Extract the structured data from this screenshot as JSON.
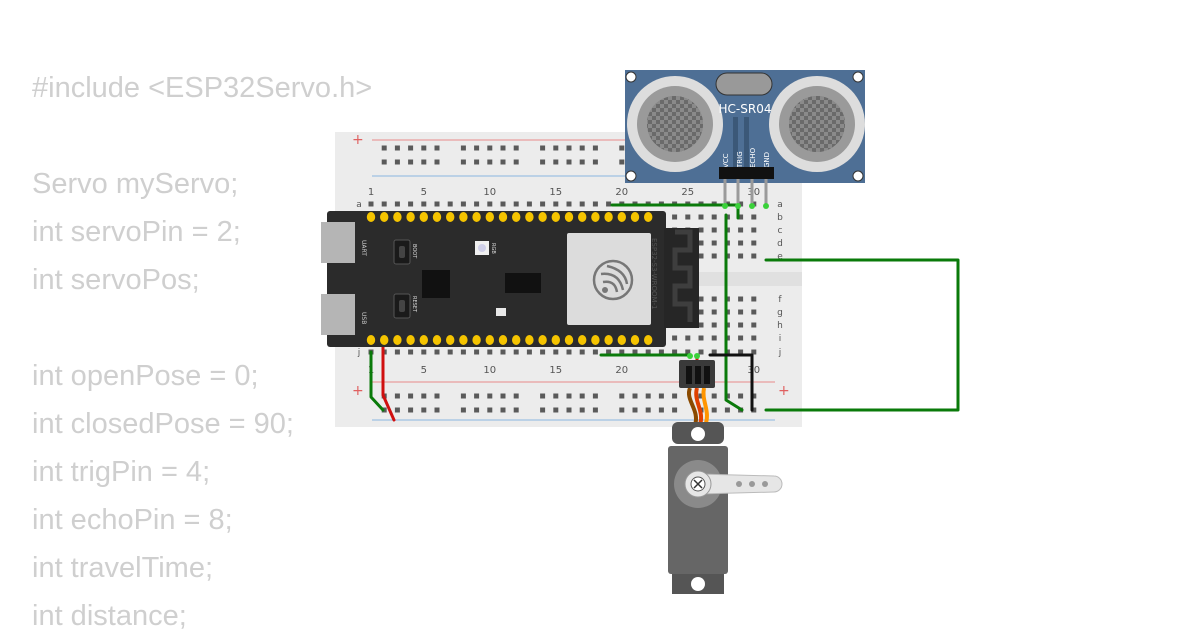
{
  "code_lines": [
    "#include <ESP32Servo.h>",
    "",
    "Servo myServo;",
    "int servoPin = 2;",
    "int servoPos;",
    "",
    "int openPose = 0;",
    "int closedPose = 90;",
    "int trigPin = 4;",
    "int echoPin = 8;",
    "int travelTime;",
    "int distance;"
  ],
  "breadboard": {
    "col_numbers": [
      "1",
      "5",
      "10",
      "15",
      "20",
      "25",
      "30"
    ],
    "rows_top": [
      "a",
      "b",
      "c",
      "d",
      "e"
    ],
    "rows_bottom": [
      "f",
      "g",
      "h",
      "i",
      "j"
    ],
    "plus": "+"
  },
  "sensor": {
    "name": "HC-SR04",
    "pins": [
      "VCC",
      "TRIG",
      "ECHO",
      "GND"
    ]
  },
  "board": {
    "module_label": "ESP32-S3-WROOM-1",
    "button_boot": "BOOT",
    "button_reset": "RESET",
    "port_uart": "UART",
    "port_usb": "USB",
    "rgb_label": "RGB"
  },
  "colors": {
    "wire_green": "#0a7a0a",
    "wire_red": "#d01010",
    "wire_black": "#111111",
    "sensor_blue": "#4e6f95",
    "board_dark": "#2b2b2b",
    "pin_yellow": "#f5c400"
  }
}
